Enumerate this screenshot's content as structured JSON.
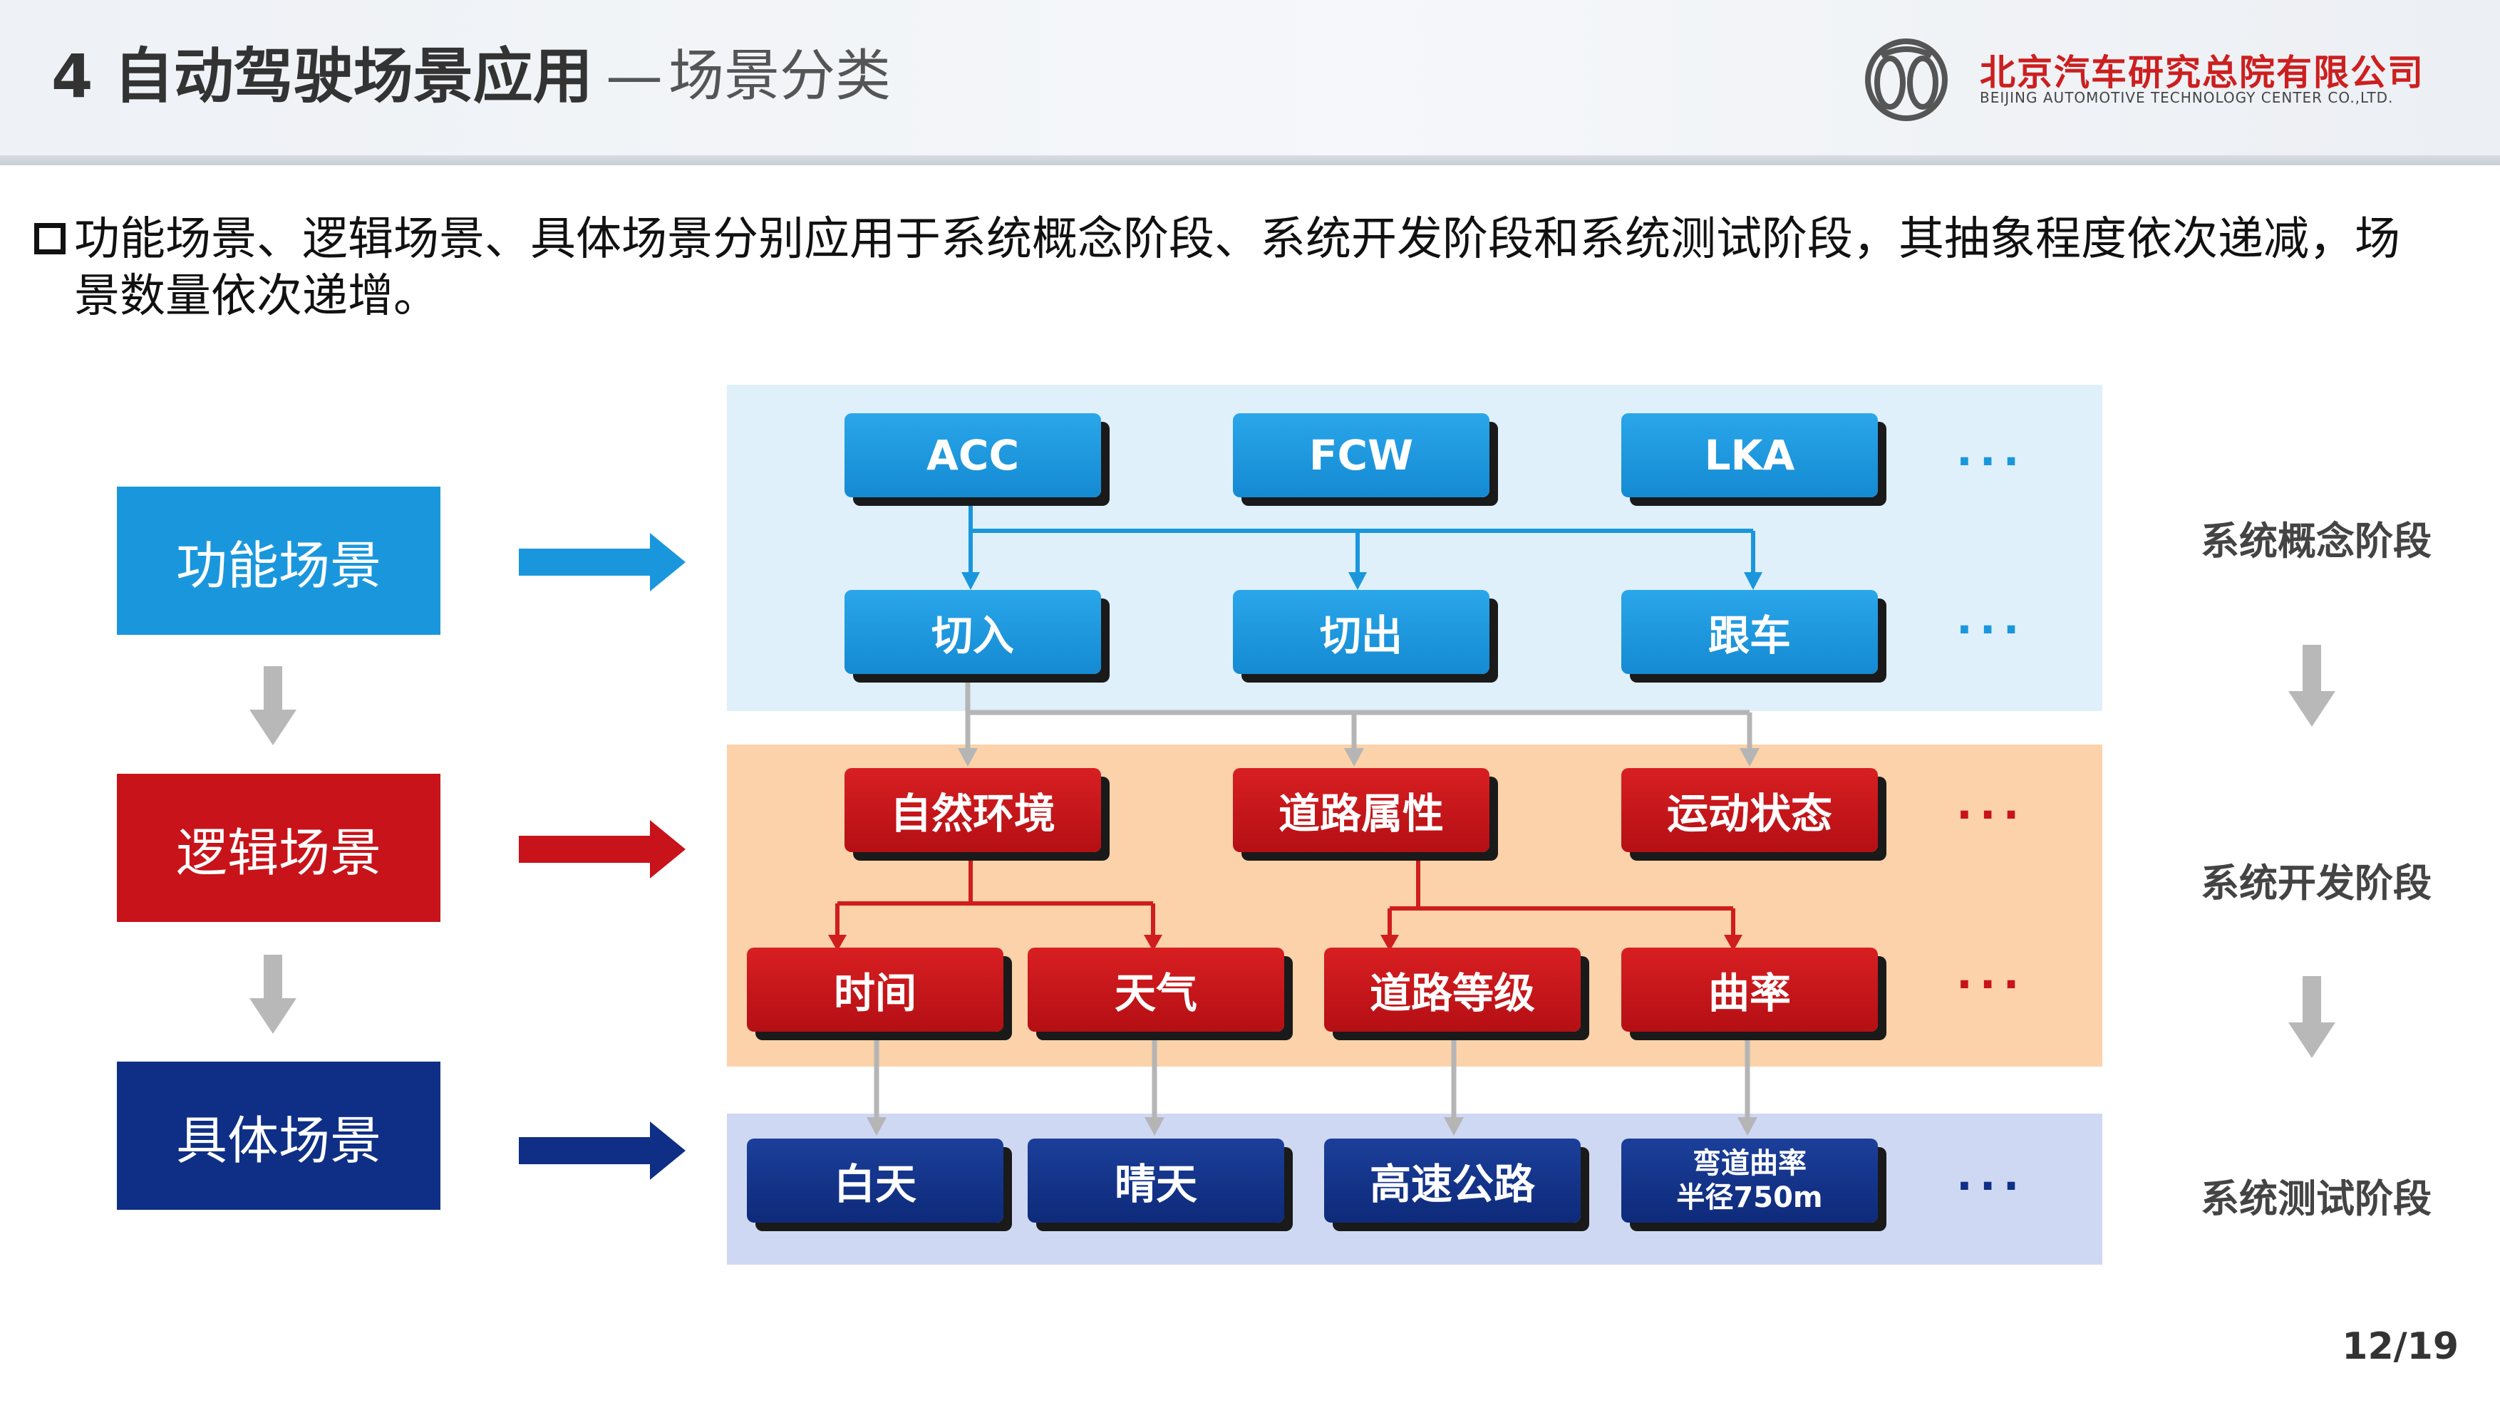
{
  "header": {
    "title": "4 自动驾驶场景应用",
    "separator": "—",
    "subtitle": "场景分类",
    "logo_text_cn": "北京汽车研究总院有限公司",
    "logo_text_en": "BEIJING AUTOMOTIVE TECHNOLOGY CENTER CO.,LTD."
  },
  "intro": {
    "text": "功能场景、逻辑场景、具体场景分别应用于系统概念阶段、系统开发阶段和系统测试阶段，其抽象程度依次递减，场景数量依次递增。"
  },
  "categories": {
    "functional": "功能场景",
    "logical": "逻辑场景",
    "concrete": "具体场景"
  },
  "nodes": {
    "functions": [
      "ACC",
      "FCW",
      "LKA"
    ],
    "maneuvers": [
      "切入",
      "切出",
      "跟车"
    ],
    "logical_groups": [
      "自然环境",
      "道路属性",
      "运动状态"
    ],
    "logical_params": [
      "时间",
      "天气",
      "道路等级",
      "曲率"
    ],
    "concrete_values": [
      "白天",
      "晴天",
      "高速公路"
    ],
    "concrete_curvature_line1": "弯道曲率",
    "concrete_curvature_line2": "半径750m",
    "ellipsis": "···"
  },
  "stages": {
    "concept": "系统概念阶段",
    "development": "系统开发阶段",
    "testing": "系统测试阶段"
  },
  "page_number": "12/19",
  "colors": {
    "functional": "#1a97dc",
    "logical": "#c8131a",
    "concrete": "#0f2f86",
    "gray_arrow": "#b5b5b5"
  },
  "icons": [
    "square-bullet-icon",
    "right-arrow-icon",
    "down-arrow-icon",
    "company-logo-icon"
  ]
}
